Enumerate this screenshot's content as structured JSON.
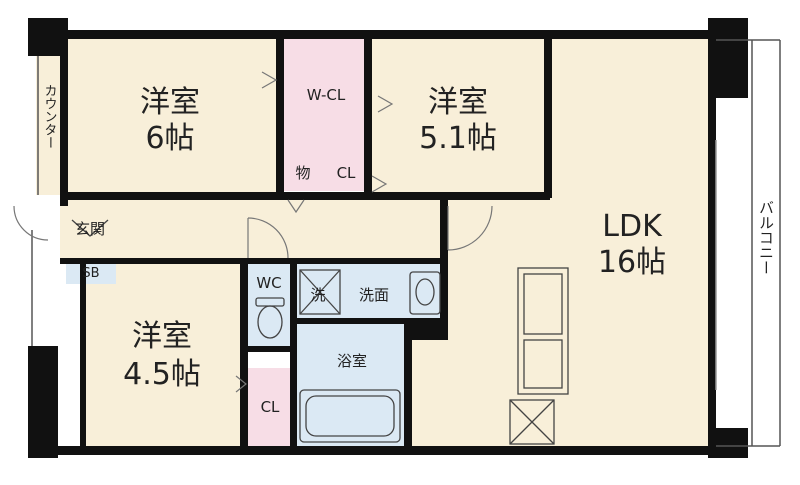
{
  "rooms": {
    "western_6": {
      "name": "洋室",
      "size": "6帖"
    },
    "western_51": {
      "name": "洋室",
      "size": "5.1帖"
    },
    "western_45": {
      "name": "洋室",
      "size": "4.5帖"
    },
    "ldk": {
      "name": "LDK",
      "size": "16帖"
    }
  },
  "labels": {
    "walk_in_closet": "W-CL",
    "closet": "CL",
    "storage": "物",
    "entrance": "玄関",
    "shoe_box": "SB",
    "toilet": "WC",
    "washer": "洗",
    "washroom": "洗面",
    "bathroom": "浴室",
    "counter": "カウンター",
    "balcony": "バルコニー"
  },
  "colors": {
    "floor": "#f8efd9",
    "closet": "#f7dde6",
    "wet_area": "#dbe9f4",
    "wall": "#111111"
  }
}
